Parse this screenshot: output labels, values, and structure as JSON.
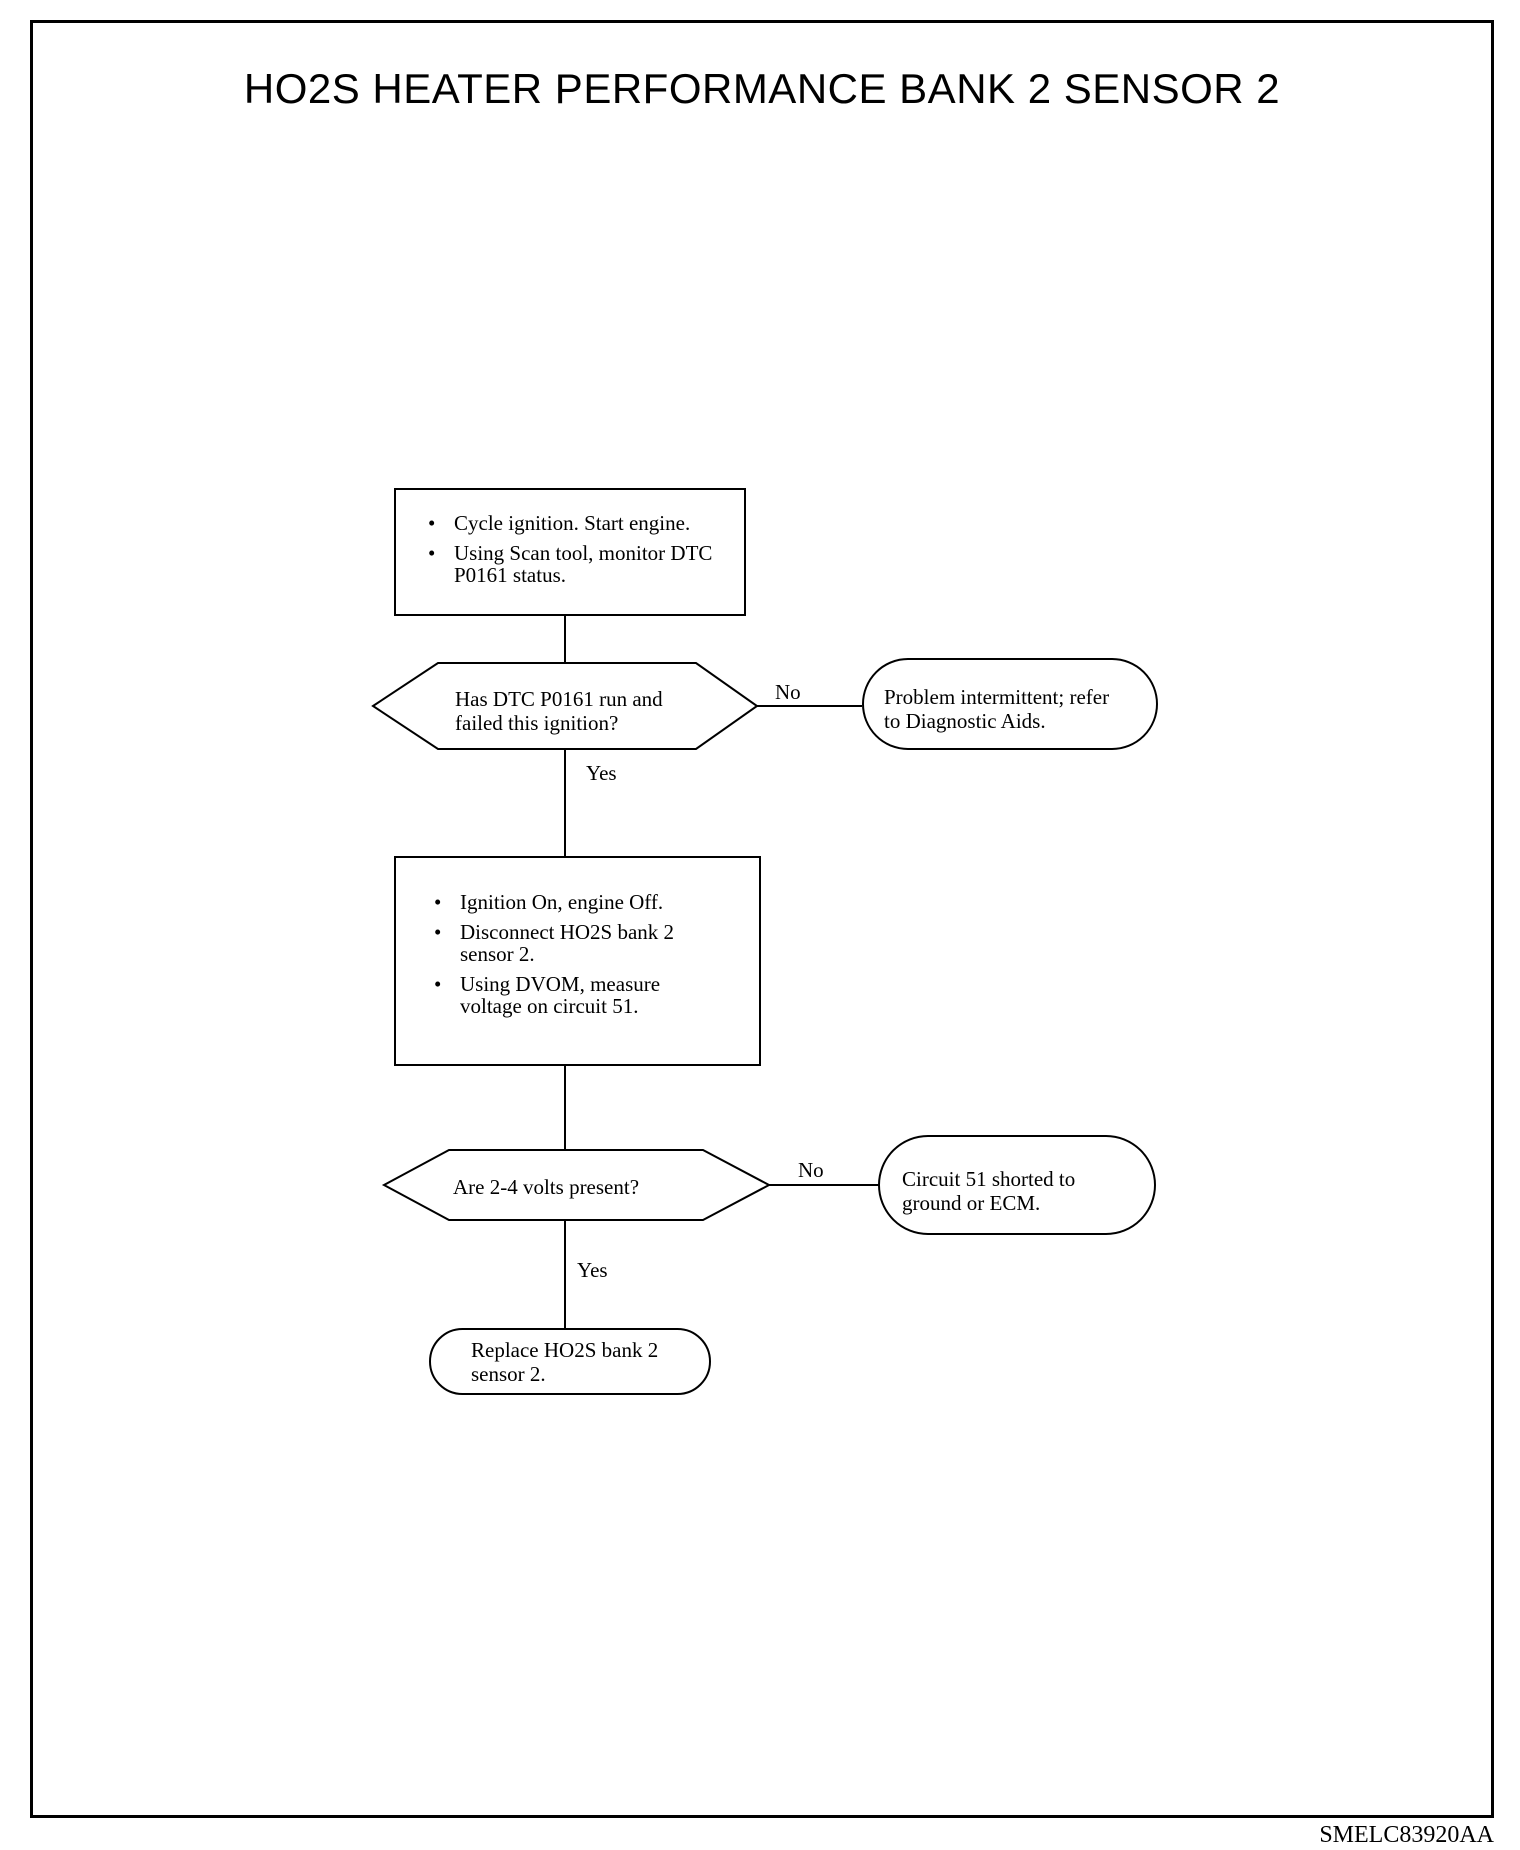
{
  "title": "HO2S HEATER PERFORMANCE BANK 2 SENSOR 2",
  "figure_code": "SMELC83920AA",
  "step1": {
    "items": [
      "Cycle ignition. Start engine.",
      "Using Scan tool, monitor DTC P0161 status."
    ]
  },
  "decision1": {
    "question": "Has DTC P0161 run and failed this ignition?",
    "no_label": "No",
    "yes_label": "Yes",
    "no_result": "Problem intermittent; refer to Diagnostic Aids."
  },
  "step2": {
    "items": [
      "Ignition On, engine Off.",
      "Disconnect HO2S bank 2 sensor 2.",
      "Using DVOM, measure voltage on circuit 51."
    ]
  },
  "decision2": {
    "question": "Are 2-4 volts present?",
    "no_label": "No",
    "yes_label": "Yes",
    "no_result": "Circuit 51 shorted to ground or ECM.",
    "yes_result": "Replace HO2S bank 2 sensor 2."
  }
}
